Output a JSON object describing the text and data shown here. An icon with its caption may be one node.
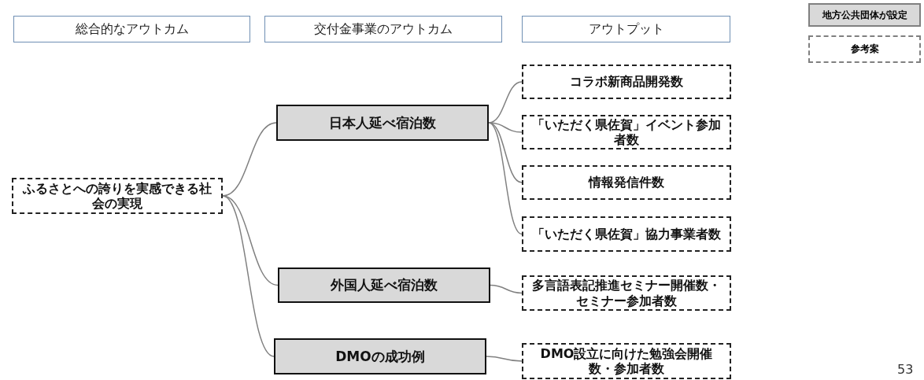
{
  "diagram": {
    "nodes": [
      {
        "text": [
          "総合的なアウトカム"
        ]
      },
      {
        "text": [
          "交付金事業のアウトカム"
        ]
      },
      {
        "text": [
          "アウトプット"
        ]
      },
      {
        "text": [
          "ふるさとへの誇りを実感できる社会の実現"
        ]
      },
      {
        "text": [
          "日本人延べ宿泊数"
        ]
      },
      {
        "text": [
          "外国人延べ宿泊数"
        ]
      },
      {
        "text": [
          "DMOの成功例"
        ]
      },
      {
        "text": [
          "コラボ新商品開発数"
        ]
      },
      {
        "text": [
          "「いただく県佐賀」イベント参加者数"
        ]
      },
      {
        "text": [
          "情報発信件数"
        ]
      },
      {
        "text": [
          "「いただく県佐賀」協力事業者数"
        ]
      },
      {
        "text": [
          "多言語表記推進セミナー開催数・セミナー参加者数"
        ]
      },
      {
        "text": [
          "DMO設立に向けた勉強会開催数・参加者数"
        ]
      }
    ],
    "edges": [
      {
        "from": 3,
        "to": 4,
        "arrow": "none"
      },
      {
        "from": 3,
        "to": 5,
        "arrow": "none"
      },
      {
        "from": 3,
        "to": 6,
        "arrow": "none"
      },
      {
        "from": 4,
        "to": 7,
        "arrow": "none"
      },
      {
        "from": 4,
        "to": 8,
        "arrow": "none"
      },
      {
        "from": 4,
        "to": 9,
        "arrow": "none"
      },
      {
        "from": 4,
        "to": 10,
        "arrow": "none"
      },
      {
        "from": 5,
        "to": 11,
        "arrow": "none"
      },
      {
        "from": 6,
        "to": 12,
        "arrow": "none"
      }
    ],
    "labels": [
      "53"
    ],
    "legend": [
      {
        "text": "地方公共団体が設定",
        "color": "#d9d9d9"
      },
      {
        "text": "参考案"
      }
    ]
  }
}
